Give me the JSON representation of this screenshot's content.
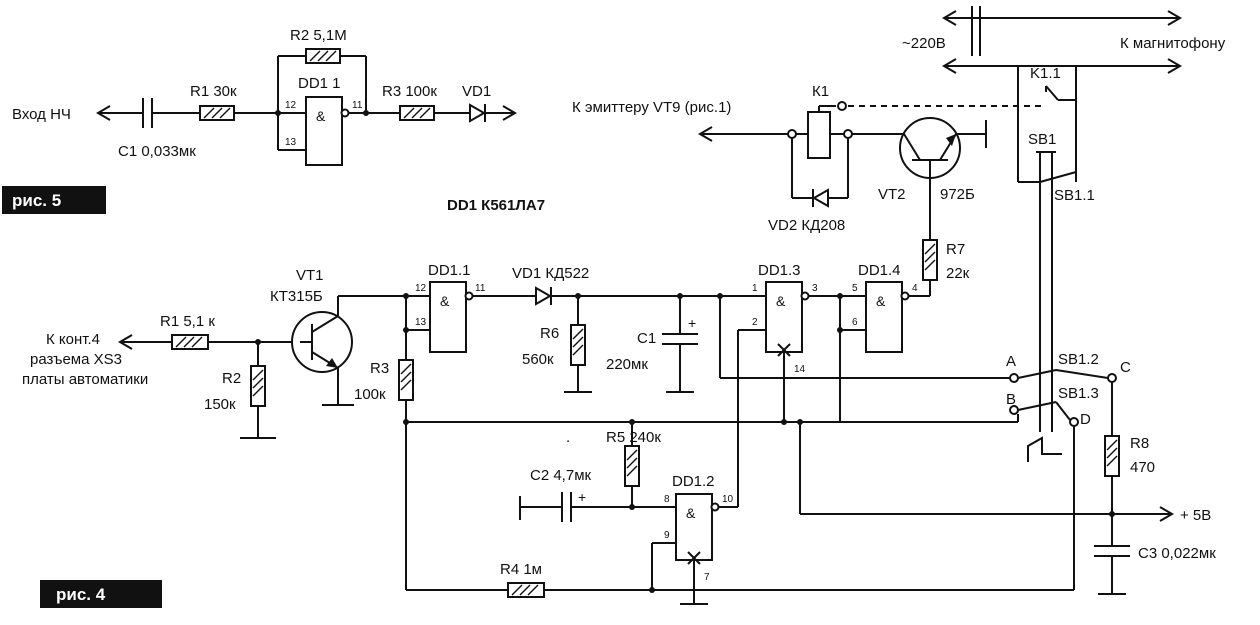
{
  "figures": {
    "fig5": "рис. 5",
    "fig4": "рис. 4"
  },
  "chip_note": "DD1 К561ЛА7",
  "fig5": {
    "input": "Вход НЧ",
    "c1": "C1 0,033мк",
    "r1": "R1 30к",
    "r2": "R2 5,1M",
    "gate": "DD1 1",
    "r3": "R3 100к",
    "vd1": "VD1",
    "pins": {
      "p12": "12",
      "p13": "13",
      "p11": "11"
    }
  },
  "fig4": {
    "input_line1": "К конт.4",
    "input_line2": "разъема XS3",
    "input_line3": "платы автоматики",
    "r1": "R1 5,1 к",
    "r2_name": "R2",
    "r2_value": "150к",
    "vt1_name": "VT1",
    "vt1_type": "КТ315Б",
    "r3_name": "R3",
    "r3_value": "100к",
    "dd11": "DD1.1",
    "vd1": "VD1 КД522",
    "r6_name": "R6",
    "r6_value": "560к",
    "c1_name": "C1",
    "c1_value": "220мк",
    "dd13": "DD1.3",
    "dd14": "DD1.4",
    "r7_name": "R7",
    "r7_value": "22к",
    "vt2": "VT2",
    "vt2_type": "972Б",
    "k1": "К1",
    "vd2": "VD2 КД208",
    "to_emitter": "К эмиттеру VT9 (рис.1)",
    "mains": "~220В",
    "to_recorder": "К магнитофону",
    "k11": "K1.1",
    "sb1": "SB1",
    "sb11": "SB1.1",
    "sb12": "SB1.2",
    "sb13": "SB1.3",
    "pt_a": "A",
    "pt_b": "B",
    "pt_c": "C",
    "pt_d": "D",
    "r5": "R5 240к",
    "c2": "C2 4,7мк",
    "dd12": "DD1.2",
    "r4": "R4 1м",
    "r8_name": "R8",
    "r8_value": "470",
    "c3": "C3 0,022мк",
    "plus5v": "+ 5В",
    "pins": {
      "p12": "12",
      "p13": "13",
      "p11": "11",
      "p1": "1",
      "p2": "2",
      "p3": "3",
      "p5": "5",
      "p6": "6",
      "p4": "4",
      "p8": "8",
      "p9": "9",
      "p10": "10",
      "p14": "14",
      "p7": "7"
    }
  },
  "symbols": {
    "and": "&",
    "plus": "+"
  }
}
